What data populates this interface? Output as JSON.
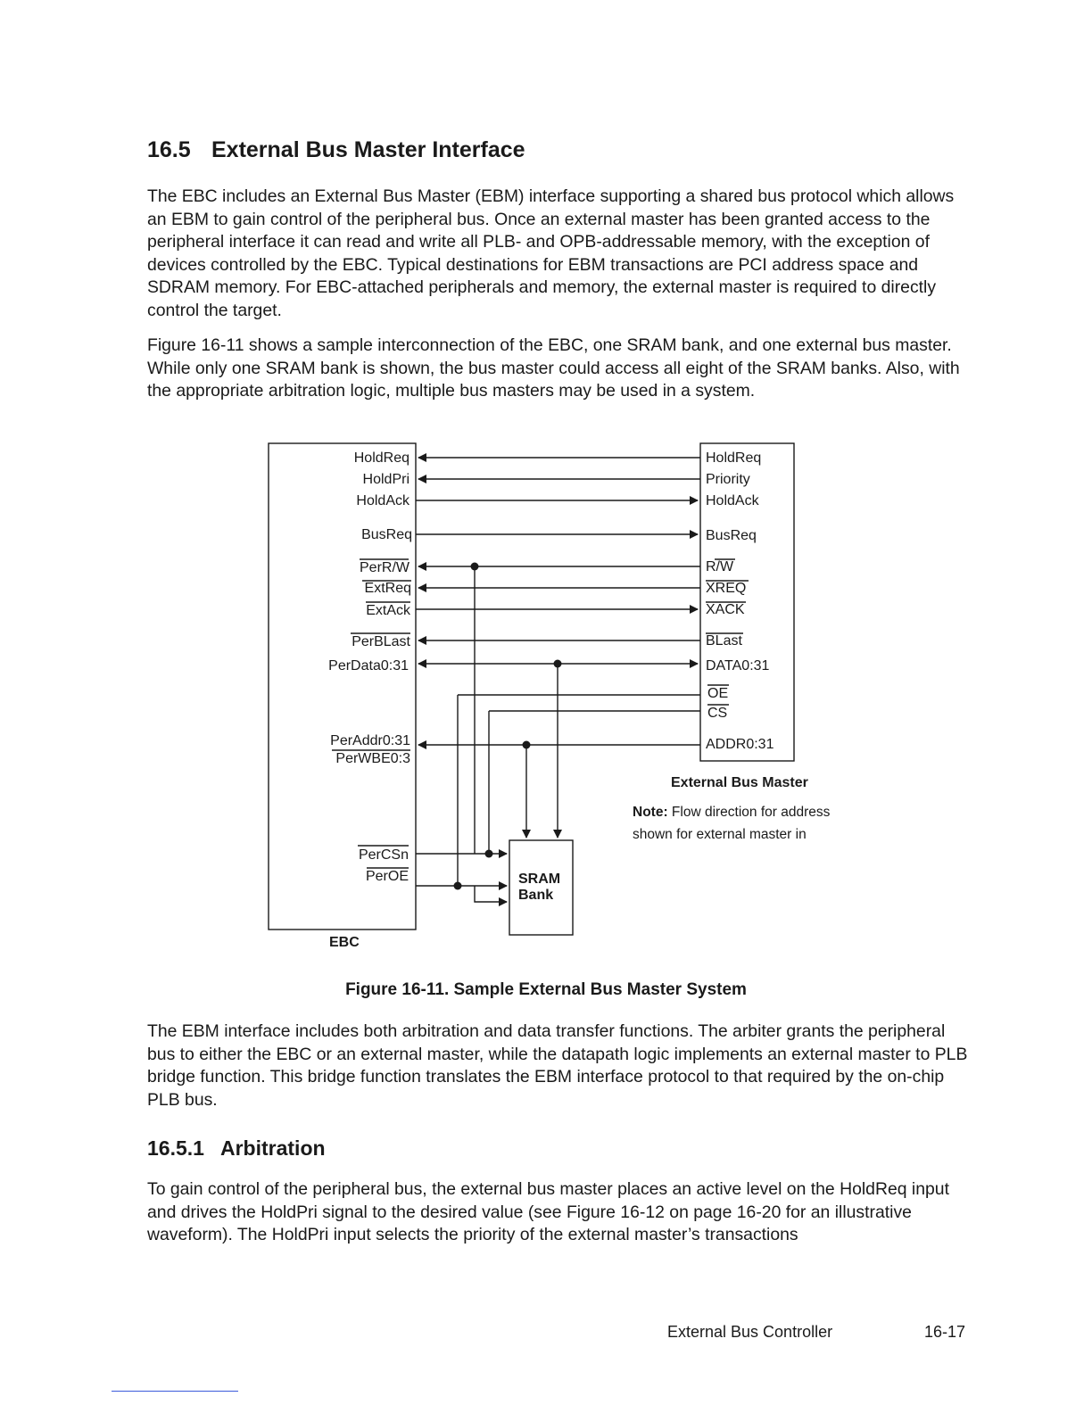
{
  "section": {
    "number": "16.5",
    "title": "External Bus Master Interface"
  },
  "paragraphs": {
    "p1": "The EBC includes an External Bus Master (EBM) interface supporting a shared bus protocol which allows an EBM to gain control of the peripheral bus. Once an external master has been granted access to the peripheral interface it can read and write all PLB- and OPB-addressable memory, with the exception of devices controlled by the EBC. Typical destinations for EBM transactions are PCI address space and SDRAM memory. For EBC-attached peripherals and memory, the external master is required to directly control the target.",
    "p2": "Figure 16-11 shows a sample interconnection of the EBC, one SRAM bank, and one external bus master. While only one SRAM bank is shown, the bus master could access all eight of the SRAM banks. Also, with the appropriate arbitration logic, multiple bus masters may be used in a system.",
    "p3": "The EBM interface includes both arbitration and data transfer functions. The arbiter grants the peripheral bus to either the EBC or an external master, while the datapath logic implements an external master to PLB bridge function. This bridge function translates the EBM interface protocol to that required by the on-chip PLB bus.",
    "p4": "To gain control of the peripheral bus, the external bus master places an active level on the HoldReq input and drives the HoldPri signal to the desired value (see Figure 16-12 on page 16-20 for an illustrative waveform). The HoldPri input selects the priority of the external master’s transactions"
  },
  "subsection": {
    "number": "16.5.1",
    "title": "Arbitration"
  },
  "figure": {
    "ebc_label": "EBC",
    "ebm_label": "External Bus Master",
    "sram_label_1": "SRAM",
    "sram_label_2": "Bank",
    "note_bold": "Note:",
    "note_line1": " Flow direction for address",
    "note_line2": "shown for external master in",
    "ebc_signals": {
      "holdreq": "HoldReq",
      "holdpri": "HoldPri",
      "holdack": "HoldAck",
      "busreq": "BusReq",
      "perrw": "PerR/W",
      "extreq": "ExtReq",
      "extack": "ExtAck",
      "perblast": "PerBLast",
      "perdata": "PerData0:31",
      "peraddr": "PerAddr0:31",
      "perwbe": "PerWBE0:3",
      "percsn": "PerCSn",
      "peroe": "PerOE"
    },
    "ebm_signals": {
      "holdreq": "HoldReq",
      "priority": "Priority",
      "holdack": "HoldAck",
      "busreq": "BusReq",
      "rw": "R/W",
      "xreq": "XREQ",
      "xack": "XACK",
      "blast": "BLast",
      "data": "DATA0:31",
      "oe": "OE",
      "cs": "CS",
      "addr": "ADDR0:31"
    },
    "caption": "Figure 16-11.  Sample External Bus Master System"
  },
  "footer": {
    "title": "External Bus Controller",
    "page": "16-17"
  }
}
